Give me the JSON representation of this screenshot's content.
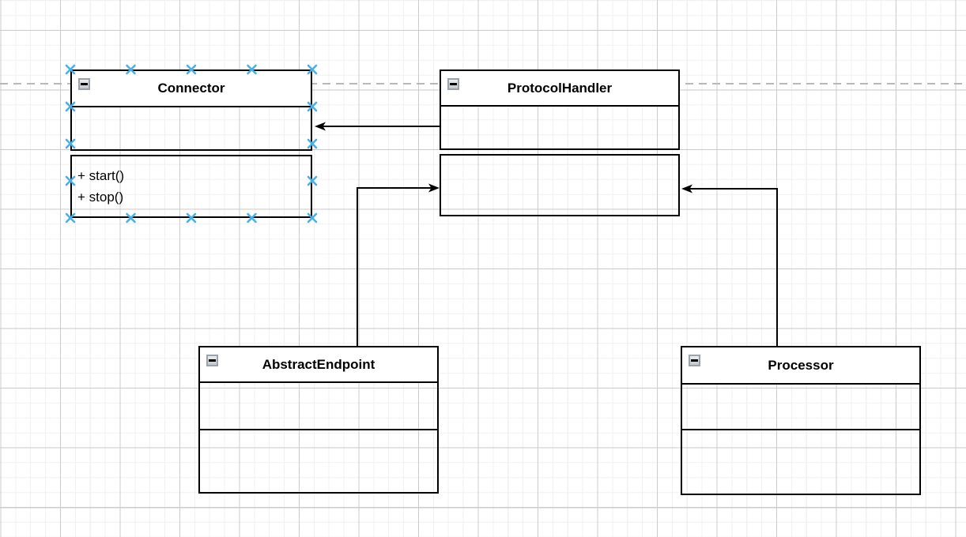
{
  "diagram": {
    "classes": [
      {
        "name": "Connector",
        "attributes": [],
        "methods": [
          "+ start()",
          "+ stop()"
        ],
        "selected": true
      },
      {
        "name": "ProtocolHandler",
        "attributes": [],
        "methods": [],
        "selected": false
      },
      {
        "name": "AbstractEndpoint",
        "attributes": [],
        "methods": [],
        "selected": false
      },
      {
        "name": "Processor",
        "attributes": [],
        "methods": [],
        "selected": false
      }
    ],
    "edges": [
      {
        "from": "ProtocolHandler",
        "to": "Connector",
        "style": "solid-arrow"
      },
      {
        "from": "AbstractEndpoint",
        "to": "ProtocolHandler",
        "style": "solid-arrow"
      },
      {
        "from": "Processor",
        "to": "ProtocolHandler",
        "style": "solid-arrow"
      }
    ],
    "colors": {
      "shape_border": "#000000",
      "shape_title_fill": "#ffffff",
      "connection_point": "#45b1e8",
      "page_guide": "#b8b8b8",
      "grid_minor": "#f1f1f1",
      "grid_major": "#cccccc"
    }
  }
}
